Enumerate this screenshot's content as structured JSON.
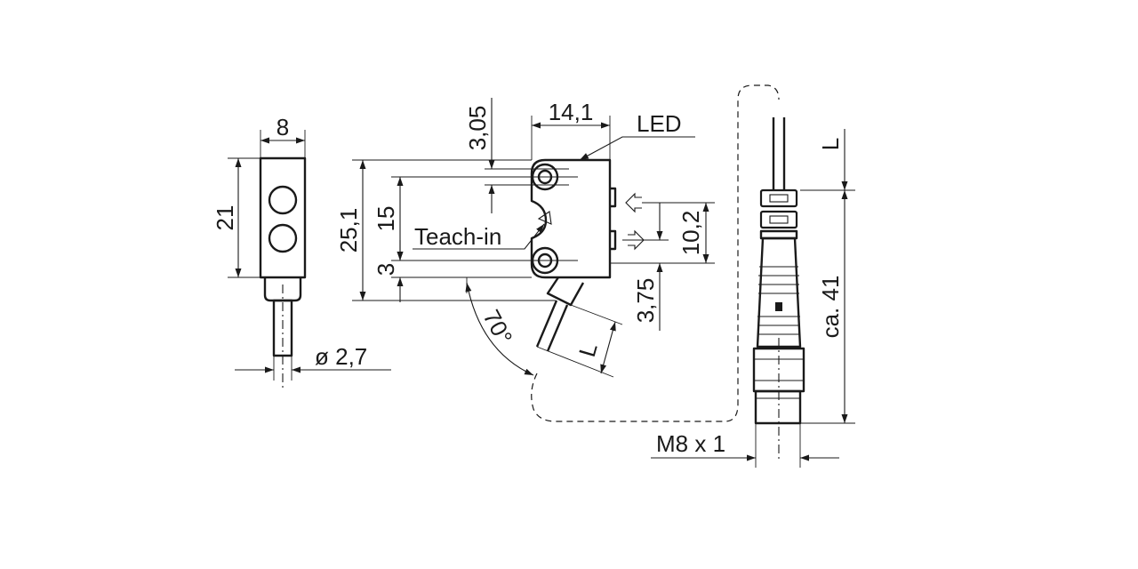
{
  "labels": {
    "width_8": "8",
    "height_21": "21",
    "diameter": "ø  2,7",
    "height_25_1": "25,1",
    "dim_15": "15",
    "dim_3": "3",
    "dim_3_05": "3,05",
    "dim_14_1": "14,1",
    "led": "LED",
    "teach_in": "Teach-in",
    "angle_70": "70°",
    "length_L_side": "L",
    "dim_10_2": "10,2",
    "dim_3_75": "3,75",
    "length_L_top": "L",
    "ca_41": "ca.  41",
    "thread": "M8 x 1"
  },
  "colors": {
    "line": "#1a1a1a",
    "background": "#ffffff"
  }
}
